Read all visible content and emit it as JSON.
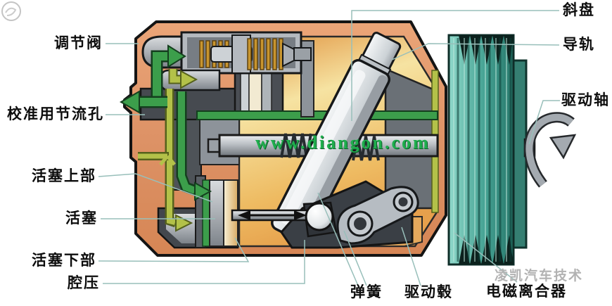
{
  "labels": {
    "control_valve": "调节阀",
    "calibration_orifice": "校准用节流孔",
    "piston_upper": "活塞上部",
    "piston": "活塞",
    "piston_lower": "活塞下部",
    "chamber_pressure": "腔压",
    "swash_plate": "斜盘",
    "guide_rail": "导轨",
    "drive_shaft": "驱动轴",
    "spring": "弹簧",
    "drive_hub": "驱动毂",
    "electromagnetic_clutch": "电磁离合器"
  },
  "watermarks": {
    "site": "www.diangon.com",
    "brand": "凌凯汽车技术"
  },
  "colors": {
    "body_orange": "#dd9266",
    "cavity_gold": "#f2cd74",
    "flow_green": "#3c9e4b",
    "flow_olive": "#b3c149",
    "pulley_teal": "#3f9e8f",
    "metal_gray": "#9aa0a6",
    "leader_line": "#98bfba"
  }
}
